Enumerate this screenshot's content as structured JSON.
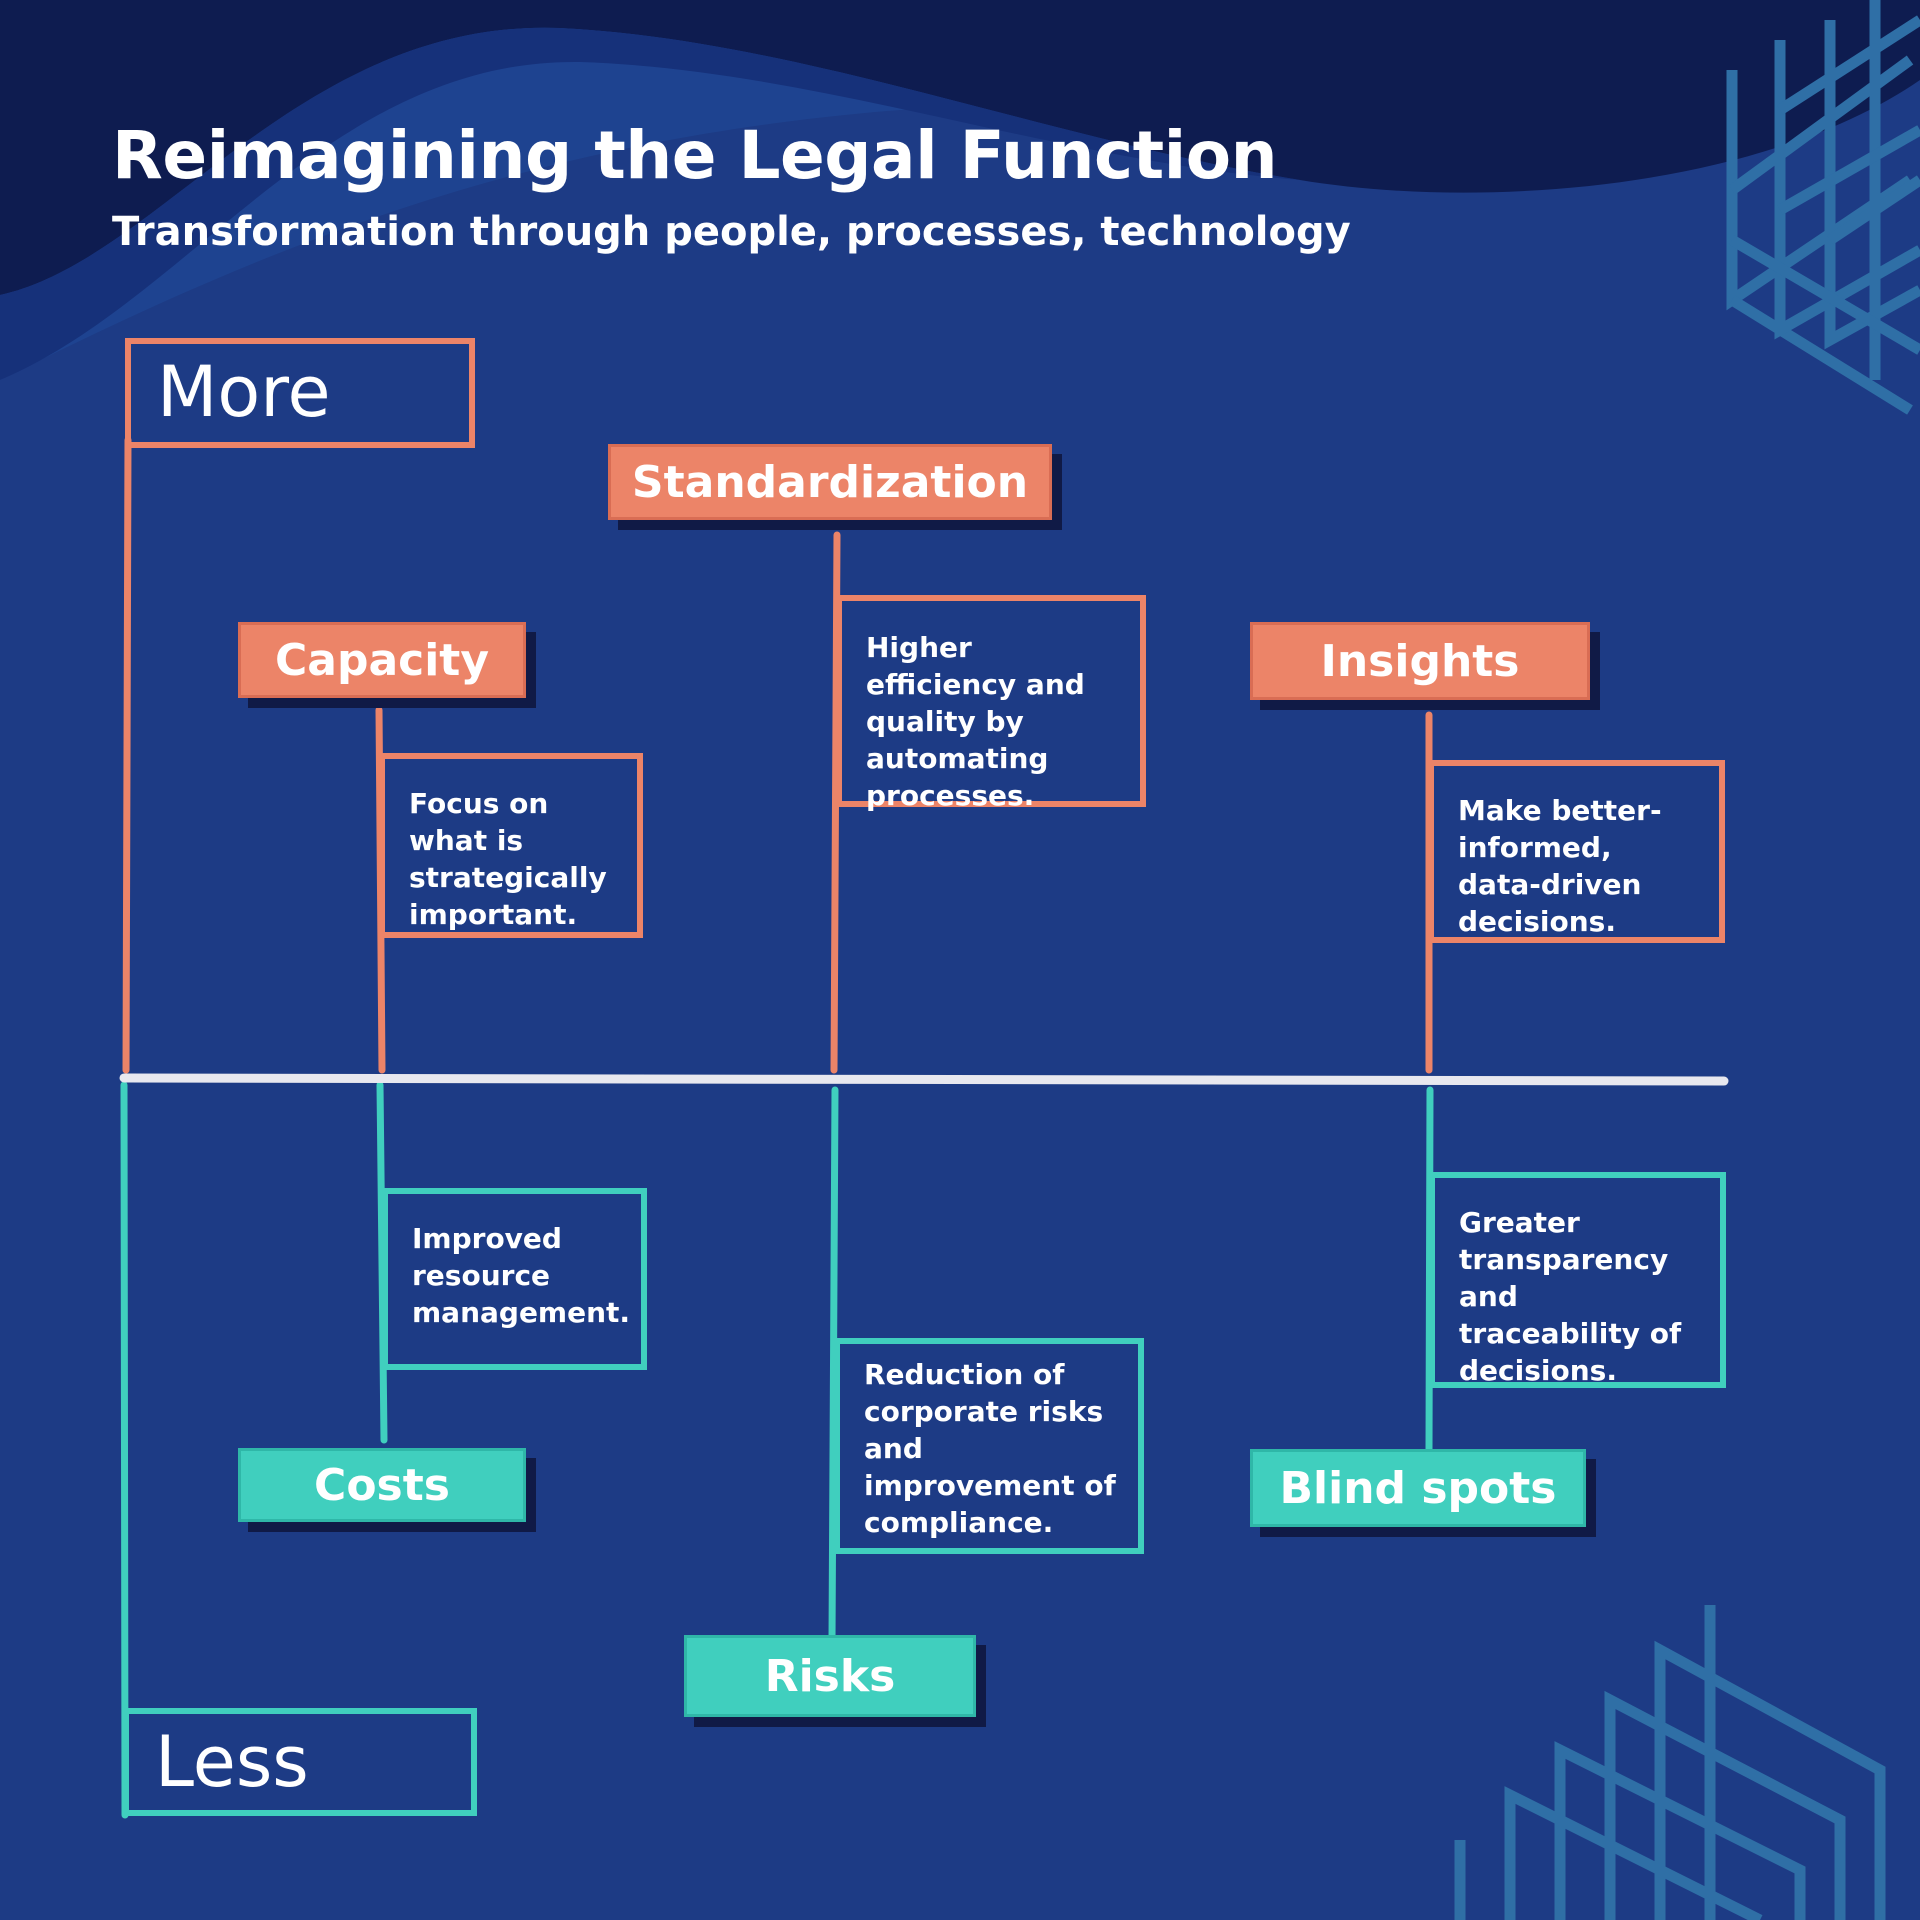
{
  "header": {
    "title": "Reimagining the Legal Function",
    "subtitle": "Transformation through people, processes, technology"
  },
  "axis": {
    "more_label": "More",
    "less_label": "Less"
  },
  "columns": [
    {
      "more": {
        "label": "Capacity",
        "description": "Focus on what is strategically important."
      },
      "less": {
        "label": "Costs",
        "description": "Improved resource management."
      }
    },
    {
      "more": {
        "label": "Standardization",
        "description": "Higher efficiency and quality by automating processes."
      },
      "less": {
        "label": "Risks",
        "description": "Reduction of corporate risks and improvement of compliance."
      }
    },
    {
      "more": {
        "label": "Insights",
        "description": "Make better-informed, data-driven decisions."
      },
      "less": {
        "label": "Blind spots",
        "description": "Greater transparency and traceability of decisions."
      }
    }
  ],
  "colors": {
    "background": "#1d3b85",
    "header_wave": "#0e1c50",
    "more_accent": "#ec8468",
    "less_accent": "#40cfbe",
    "divider": "#e8e8ef",
    "pattern": "#2f6fa6"
  }
}
